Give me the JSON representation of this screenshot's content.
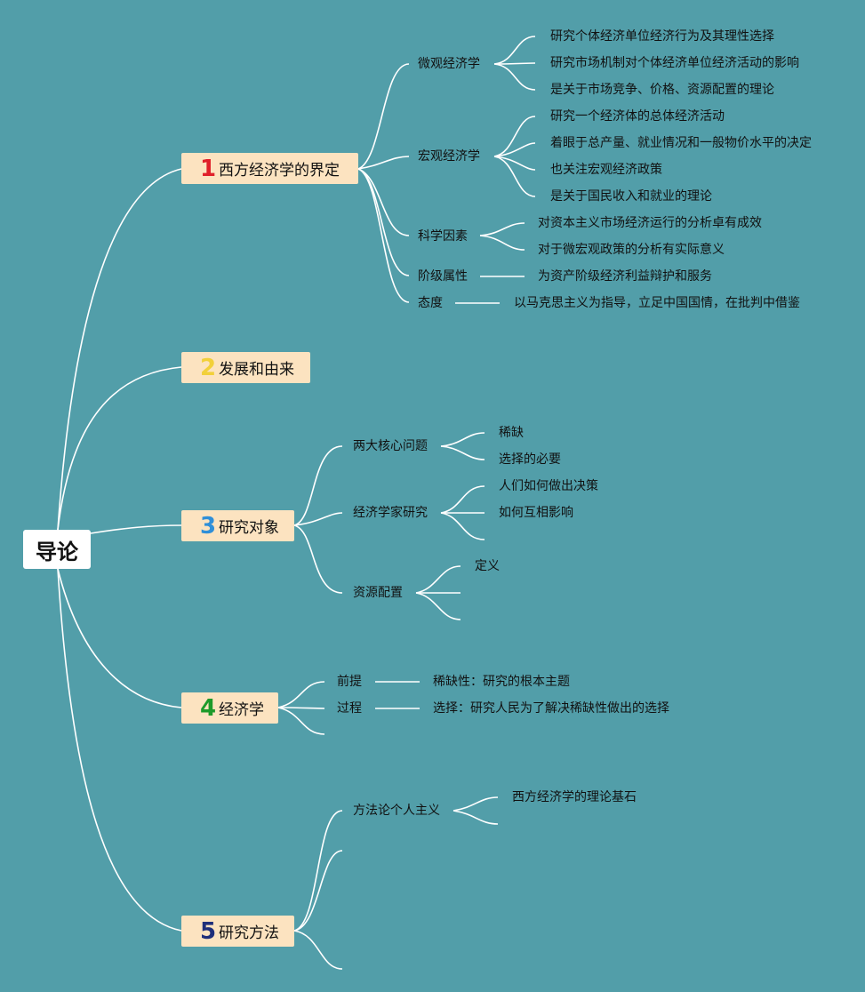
{
  "root": {
    "label": "导论"
  },
  "topics": [
    {
      "num": "1",
      "num_color": "#e0202a",
      "label": "西方经济学的界定",
      "subs": [
        {
          "label": "微观经济学",
          "leaves": [
            "研究个体经济单位经济行为及其理性选择",
            "研究市场机制对个体经济单位经济活动的影响",
            "是关于市场竞争、价格、资源配置的理论"
          ]
        },
        {
          "label": "宏观经济学",
          "leaves": [
            "研究一个经济体的总体经济活动",
            "着眼于总产量、就业情况和一般物价水平的决定",
            "也关注宏观经济政策",
            "是关于国民收入和就业的理论"
          ]
        },
        {
          "label": "科学因素",
          "leaves": [
            "对资本主义市场经济运行的分析卓有成效",
            "对于微宏观政策的分析有实际意义"
          ]
        },
        {
          "label": "阶级属性",
          "leaves": [
            "为资产阶级经济利益辩护和服务"
          ]
        },
        {
          "label": "态度",
          "leaves": [
            "以马克思主义为指导，立足中国国情，在批判中借鉴"
          ]
        }
      ]
    },
    {
      "num": "2",
      "num_color": "#f2d03a",
      "label": "发展和由来",
      "subs": []
    },
    {
      "num": "3",
      "num_color": "#2f8fd8",
      "label": "研究对象",
      "subs": [
        {
          "label": "两大核心问题",
          "leaves": [
            "稀缺",
            "选择的必要"
          ]
        },
        {
          "label": "经济学家研究",
          "leaves": [
            "人们如何做出决策",
            "如何互相影响",
            ""
          ]
        },
        {
          "label": "资源配置",
          "leaves": [
            "定义",
            "",
            ""
          ]
        }
      ]
    },
    {
      "num": "4",
      "num_color": "#1e9a2a",
      "label": "经济学",
      "subs": [
        {
          "label": "前提",
          "leaves": [
            "稀缺性：研究的根本主题"
          ]
        },
        {
          "label": "过程",
          "leaves": [
            "选择：研究人民为了解决稀缺性做出的选择"
          ]
        },
        {
          "label": "",
          "leaves": []
        }
      ]
    },
    {
      "num": "5",
      "num_color": "#1f2f7a",
      "label": "研究方法",
      "subs": [
        {
          "label": "方法论个人主义",
          "leaves": [
            "西方经济学的理论基石",
            ""
          ]
        },
        {
          "label": "",
          "leaves": []
        },
        {
          "label": "",
          "leaves": []
        }
      ]
    }
  ]
}
